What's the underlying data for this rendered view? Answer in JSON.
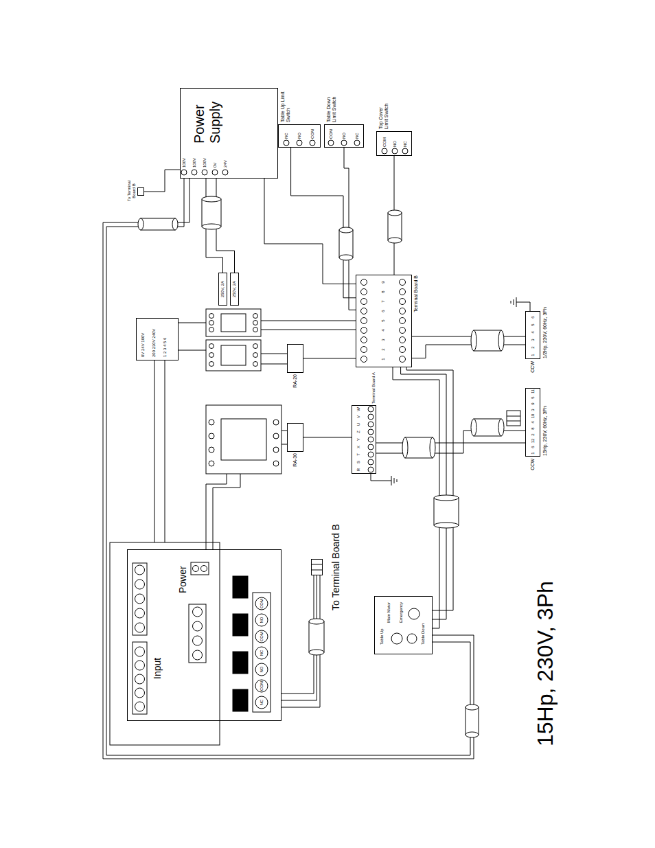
{
  "diagram": {
    "title": "15Hp, 230V, 3Ph",
    "nodes": [
      {
        "text": [
          "Power Supply"
        ]
      },
      {
        "text": [
          "Table Up Limit Switch"
        ]
      },
      {
        "text": [
          "Table Down Limit Switch"
        ]
      },
      {
        "text": [
          "Top Cover Limit Switch"
        ]
      },
      {
        "text": [
          "Terminal Board B"
        ]
      },
      {
        "text": [
          "Terminal Board A"
        ]
      },
      {
        "text": [
          "RA-30"
        ]
      },
      {
        "text": [
          "RA-20"
        ]
      },
      {
        "text": [
          "250V, 2A"
        ]
      },
      {
        "text": [
          "250V, 2A"
        ]
      },
      {
        "text": [
          "Input",
          "Power"
        ]
      },
      {
        "text": [
          "To Terminal Board B"
        ]
      },
      {
        "text": [
          "To Terminal Board B"
        ]
      },
      {
        "text": [
          "Table Up",
          "Main Motor",
          "Emergency",
          "Table Down"
        ]
      },
      {
        "text": [
          "CCW",
          "1/2Hp, 230V, 60Hz, 3Ph"
        ]
      },
      {
        "text": [
          "CCW",
          "15Hp, 230V, 60Hz, 3Ph"
        ]
      },
      {
        "text": [
          "0V 24V 100V",
          "200 230V 240V",
          "1 2 3 4 5 6"
        ]
      }
    ],
    "edges": [
      {
        "from": 0,
        "to": 4,
        "arrow": "none"
      },
      {
        "from": 1,
        "to": 4,
        "arrow": "none"
      },
      {
        "from": 2,
        "to": 4,
        "arrow": "none"
      },
      {
        "from": 3,
        "to": 4,
        "arrow": "none"
      },
      {
        "from": 4,
        "to": 14,
        "arrow": "none"
      },
      {
        "from": 5,
        "to": 15,
        "arrow": "none"
      },
      {
        "from": 6,
        "to": 5,
        "arrow": "none"
      },
      {
        "from": 7,
        "to": 4,
        "arrow": "none"
      },
      {
        "from": 11,
        "to": 10,
        "arrow": "none"
      },
      {
        "from": 13,
        "to": 4,
        "arrow": "none"
      },
      {
        "from": 12,
        "to": 0,
        "arrow": "none"
      },
      {
        "from": 8,
        "to": 0,
        "arrow": "none"
      },
      {
        "from": 9,
        "to": 0,
        "arrow": "none"
      }
    ],
    "labels": [
      "100V",
      "100V",
      "100V",
      "0V",
      "24V",
      "NC",
      "NO",
      "COM",
      "COM",
      "NO",
      "NC",
      "COM",
      "NO",
      "NC",
      "1",
      "2",
      "3",
      "4",
      "5",
      "6",
      "7",
      "8",
      "9",
      "R",
      "S",
      "T",
      "X",
      "Y",
      "Z",
      "U",
      "V",
      "W",
      "NC",
      "COM",
      "NO",
      "NC",
      "COM",
      "NO",
      "COM",
      "1",
      "2",
      "3",
      "4",
      "5",
      "6",
      "1",
      "6",
      "12",
      "2",
      "8",
      "4",
      "10",
      "3",
      "9",
      "5",
      "11"
    ]
  }
}
